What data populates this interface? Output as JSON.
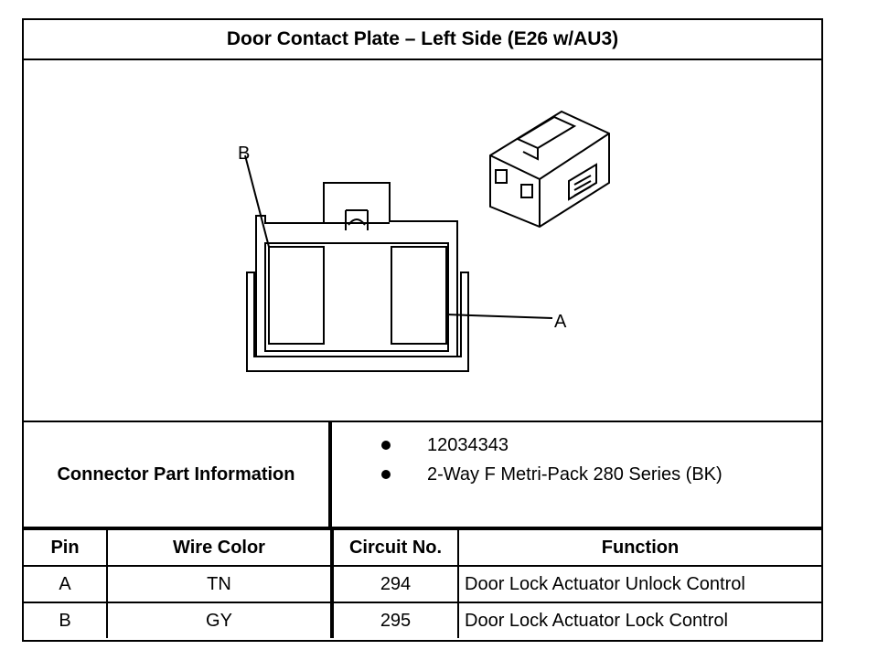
{
  "title": "Door Contact Plate – Left Side (E26 w/AU3)",
  "diagram": {
    "callouts": {
      "a": "A",
      "b": "B"
    }
  },
  "connector_info": {
    "label": "Connector Part Information",
    "items": [
      "12034343",
      "2-Way F Metri-Pack 280 Series (BK)"
    ]
  },
  "pin_table": {
    "headers": {
      "pin": "Pin",
      "wire_color": "Wire Color",
      "circuit": "Circuit No.",
      "function": "Function"
    },
    "rows": [
      {
        "pin": "A",
        "wire_color": "TN",
        "circuit": "294",
        "function": "Door Lock Actuator Unlock Control"
      },
      {
        "pin": "B",
        "wire_color": "GY",
        "circuit": "295",
        "function": "Door Lock Actuator Lock Control"
      }
    ]
  }
}
